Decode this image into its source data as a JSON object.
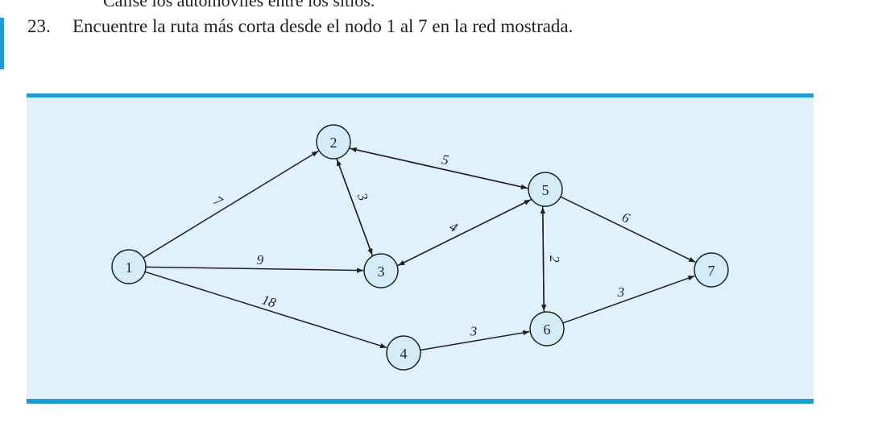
{
  "header": {
    "cut_text": "Calise los automóviles entre los sitios."
  },
  "problem": {
    "number": "23.",
    "text": "Encuentre la ruta más corta desde el nodo 1 al 7 en la red mostrada."
  },
  "colors": {
    "band": "#1e9ad6",
    "panel": "#dff1fa",
    "node_fill": "#d4ecf8",
    "stroke": "#231f20"
  },
  "network": {
    "nodes": [
      {
        "id": "1"
      },
      {
        "id": "2"
      },
      {
        "id": "3"
      },
      {
        "id": "4"
      },
      {
        "id": "5"
      },
      {
        "id": "6"
      },
      {
        "id": "7"
      }
    ],
    "edges": [
      {
        "from": "1",
        "to": "2",
        "weight": "7"
      },
      {
        "from": "1",
        "to": "3",
        "weight": "9"
      },
      {
        "from": "1",
        "to": "4",
        "weight": "18"
      },
      {
        "from": "2",
        "to": "3",
        "weight": "3"
      },
      {
        "from": "3",
        "to": "2",
        "weight": ""
      },
      {
        "from": "2",
        "to": "5",
        "weight": "5"
      },
      {
        "from": "5",
        "to": "2",
        "weight": ""
      },
      {
        "from": "3",
        "to": "5",
        "weight": "4"
      },
      {
        "from": "5",
        "to": "3",
        "weight": ""
      },
      {
        "from": "4",
        "to": "6",
        "weight": "3"
      },
      {
        "from": "5",
        "to": "6",
        "weight": "2"
      },
      {
        "from": "6",
        "to": "5",
        "weight": ""
      },
      {
        "from": "5",
        "to": "7",
        "weight": "6"
      },
      {
        "from": "6",
        "to": "7",
        "weight": "3"
      }
    ]
  }
}
